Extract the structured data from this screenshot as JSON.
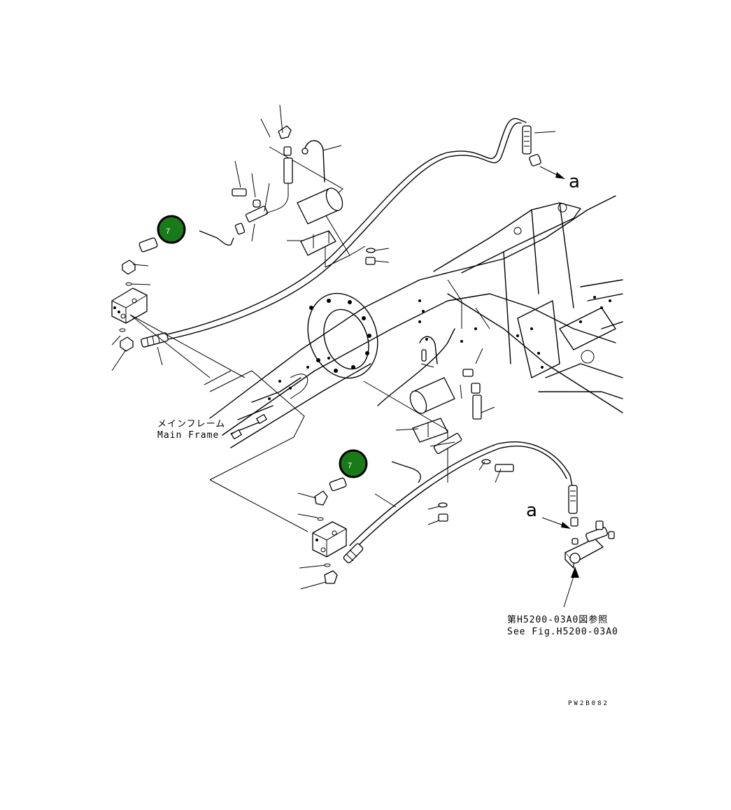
{
  "callouts": [
    {
      "number": "7",
      "color": "#187a18"
    },
    {
      "number": "7",
      "color": "#187a18"
    }
  ],
  "labels": {
    "main_frame_jp": "メインフレーム",
    "main_frame_en": "Main Frame",
    "see_fig_jp": "第H5200-03A0図参照",
    "see_fig_en": "See Fig.H5200-03A0",
    "arrow_a_top": "a",
    "arrow_a_bottom": "a",
    "drawing_code": "PW2B082"
  }
}
